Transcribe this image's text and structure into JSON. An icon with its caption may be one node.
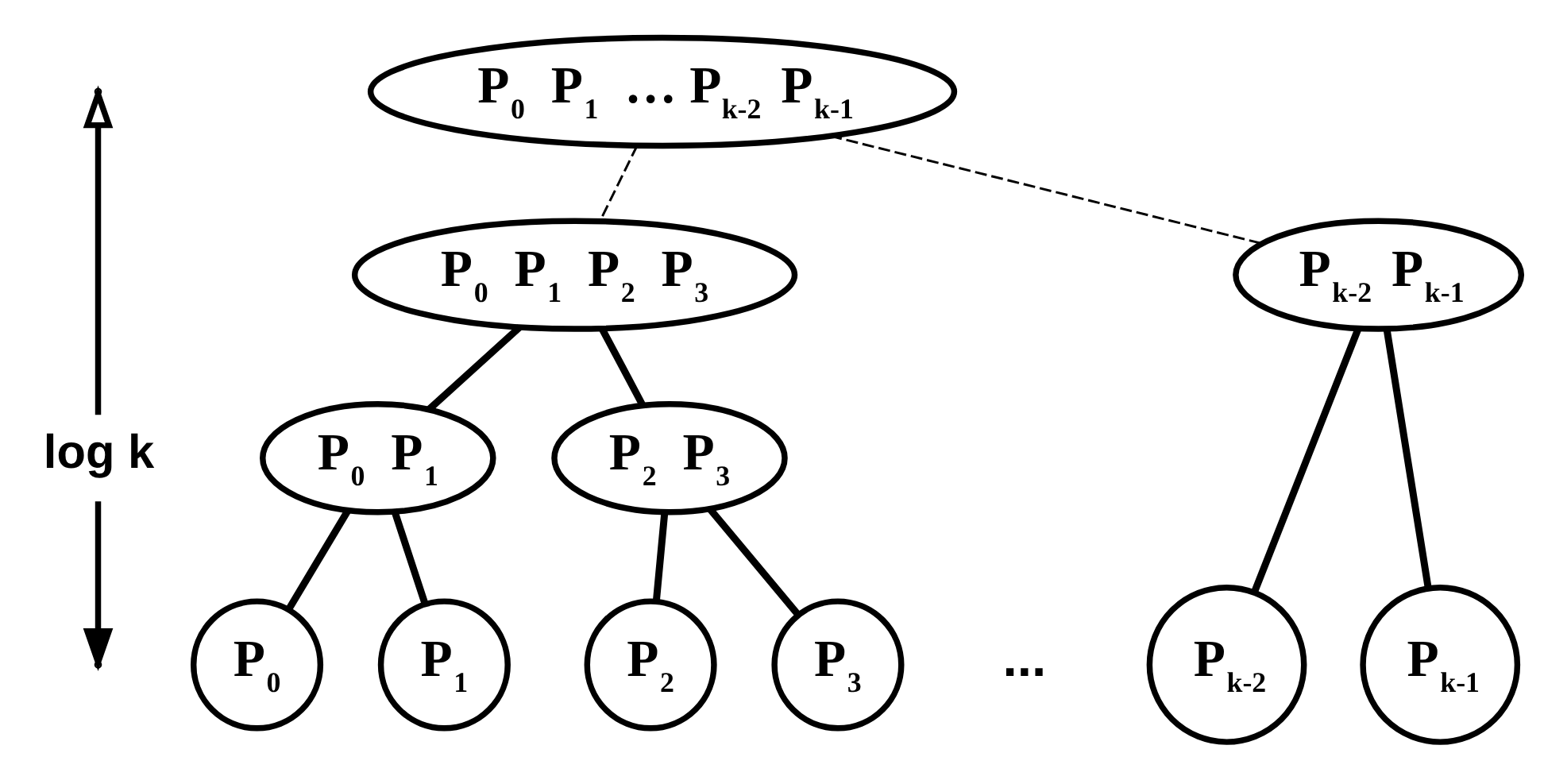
{
  "diagram": {
    "nodes": [
      {
        "text": [
          "P$_{0}$ P$_{1}$ … P$_{k-2}$ P$_{k-1}$"
        ]
      },
      {
        "text": [
          "P$_{0}$ P$_{1}$ P$_{2}$ P$_{3}$"
        ]
      },
      {
        "text": [
          "P$_{0}$ P$_{1}$"
        ]
      },
      {
        "text": [
          "P$_{2}$ P$_{3}$"
        ]
      },
      {
        "text": [
          "P$_{k-2}$ P$_{k-1}$"
        ]
      },
      {
        "text": [
          "P$_{0}$"
        ]
      },
      {
        "text": [
          "P$_{1}$"
        ]
      },
      {
        "text": [
          "P$_{2}$"
        ]
      },
      {
        "text": [
          "P$_{3}$"
        ]
      },
      {
        "text": [
          "P$_{k-2}$"
        ]
      },
      {
        "text": [
          "P$_{k-1}$"
        ]
      }
    ],
    "edges": [
      {
        "from": 0,
        "to": 1,
        "arrow": "none",
        "style": "dashed"
      },
      {
        "from": 0,
        "to": 4,
        "arrow": "none",
        "style": "dashed"
      },
      {
        "from": 1,
        "to": 2,
        "arrow": "none"
      },
      {
        "from": 1,
        "to": 3,
        "arrow": "none"
      },
      {
        "from": 2,
        "to": 5,
        "arrow": "none"
      },
      {
        "from": 2,
        "to": 6,
        "arrow": "none"
      },
      {
        "from": 3,
        "to": 7,
        "arrow": "none"
      },
      {
        "from": 3,
        "to": 8,
        "arrow": "none"
      },
      {
        "from": 4,
        "to": 9,
        "arrow": "none"
      },
      {
        "from": 4,
        "to": 10,
        "arrow": "none"
      }
    ],
    "labels": [
      "log k",
      "..."
    ]
  }
}
